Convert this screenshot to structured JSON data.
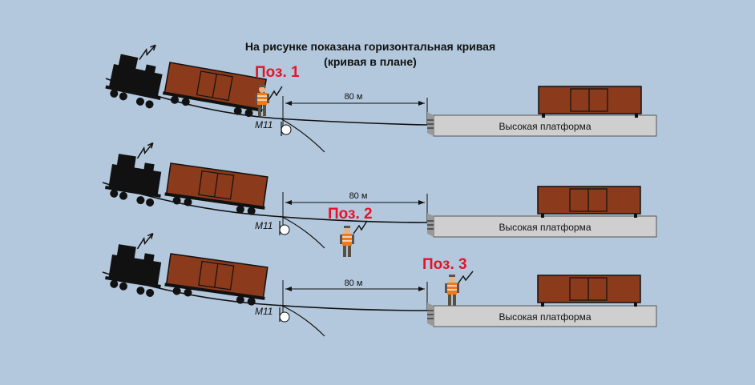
{
  "title": {
    "line1": "На рисунке показана горизонтальная кривая",
    "line2": "(кривая в плане)"
  },
  "panels": [
    {
      "position_label": "Поз. 1",
      "distance_label": "80 м",
      "signal_label": "М11",
      "platform_label": "Высокая платформа"
    },
    {
      "position_label": "Поз. 2",
      "distance_label": "80 м",
      "signal_label": "М11",
      "platform_label": "Высокая платформа"
    },
    {
      "position_label": "Поз. 3",
      "distance_label": "80 м",
      "signal_label": "М11",
      "platform_label": "Высокая платформа"
    }
  ],
  "colors": {
    "background": "#b3c8dc",
    "wagon": "#8b3a1c",
    "locomotive": "#111111",
    "platform": "#cfcfcf",
    "position_label": "#e8112b",
    "vest": "#f07a1a"
  }
}
